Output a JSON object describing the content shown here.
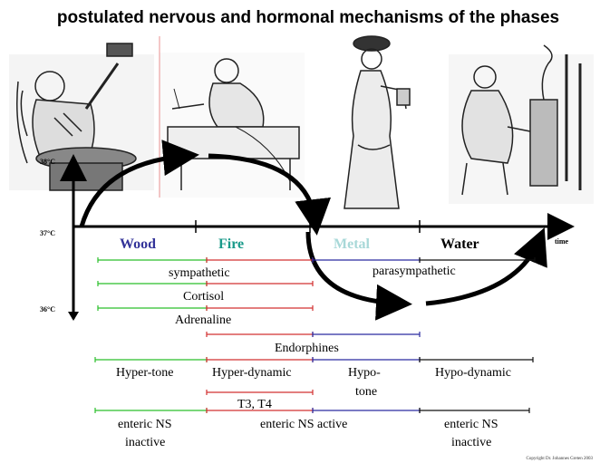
{
  "title": "postulated nervous and hormonal mechanisms of the phases",
  "axis": {
    "ticks": [
      "38°C",
      "37°C",
      "36°C"
    ],
    "time_label": "time"
  },
  "phases": [
    {
      "label": "Wood",
      "color": "#333399"
    },
    {
      "label": "Fire",
      "color": "#1a9a8a"
    },
    {
      "label": "Metal",
      "color": "#a8d8d8"
    },
    {
      "label": "Water",
      "color": "#000000"
    }
  ],
  "line_colors": {
    "wood": "#2bbf2b",
    "fire": "#d23030",
    "metal": "#2a2aa0",
    "water": "#111111"
  },
  "rows": {
    "sympathetic": "sympathetic",
    "parasympathetic": "parasympathetic",
    "cortisol": "Cortisol",
    "adrenaline": "Adrenaline",
    "endorphines": "Endorphines",
    "hyper_tone": "Hyper-tone",
    "hyper_dynamic": "Hyper-dynamic",
    "hypo_tone_1": "Hypo-",
    "hypo_tone_2": "tone",
    "hypo_dynamic": "Hypo-dynamic",
    "t3t4": "T3, T4",
    "enteric_inactive_1": "enteric NS",
    "enteric_inactive_2": "inactive",
    "enteric_active": "enteric NS active",
    "enteric_inactive_3": "enteric NS",
    "enteric_inactive_4": "inactive"
  },
  "copyright": "Copyright Dr. Johannes Greten 2003"
}
